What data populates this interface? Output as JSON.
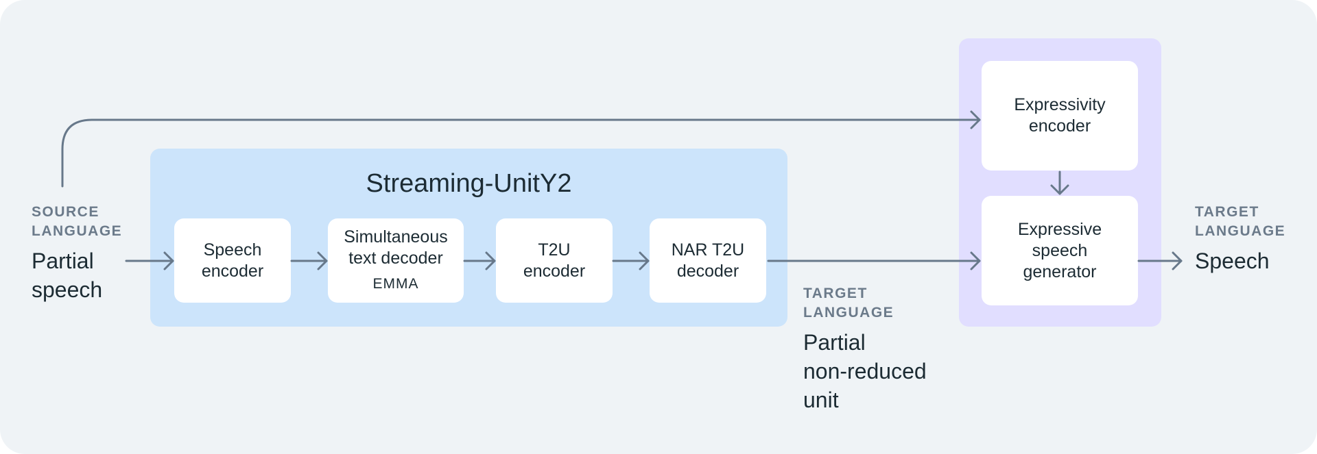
{
  "streaming_title": "Streaming-UnitY2",
  "boxes": {
    "speech_encoder": "Speech\nencoder",
    "text_decoder": "Simultaneous\ntext decoder",
    "text_decoder_sub": "EMMA",
    "t2u_encoder": "T2U\nencoder",
    "nar_decoder": "NAR T2U\ndecoder",
    "expressivity_encoder": "Expressivity\nencoder",
    "speech_generator": "Expressive\nspeech\ngenerator"
  },
  "captions": {
    "source_tag": "SOURCE\nLANGUAGE",
    "source_main": "Partial\nspeech",
    "unit_tag": "TARGET\nLANGUAGE",
    "unit_main": "Partial\nnon-reduced\nunit",
    "target_tag": "TARGET\nLANGUAGE",
    "target_main": "Speech"
  },
  "colors": {
    "canvas": "#eff3f6",
    "streaming_region": "#cce4fb",
    "expressive_region": "#e1deff",
    "arrow": "#67788a"
  }
}
